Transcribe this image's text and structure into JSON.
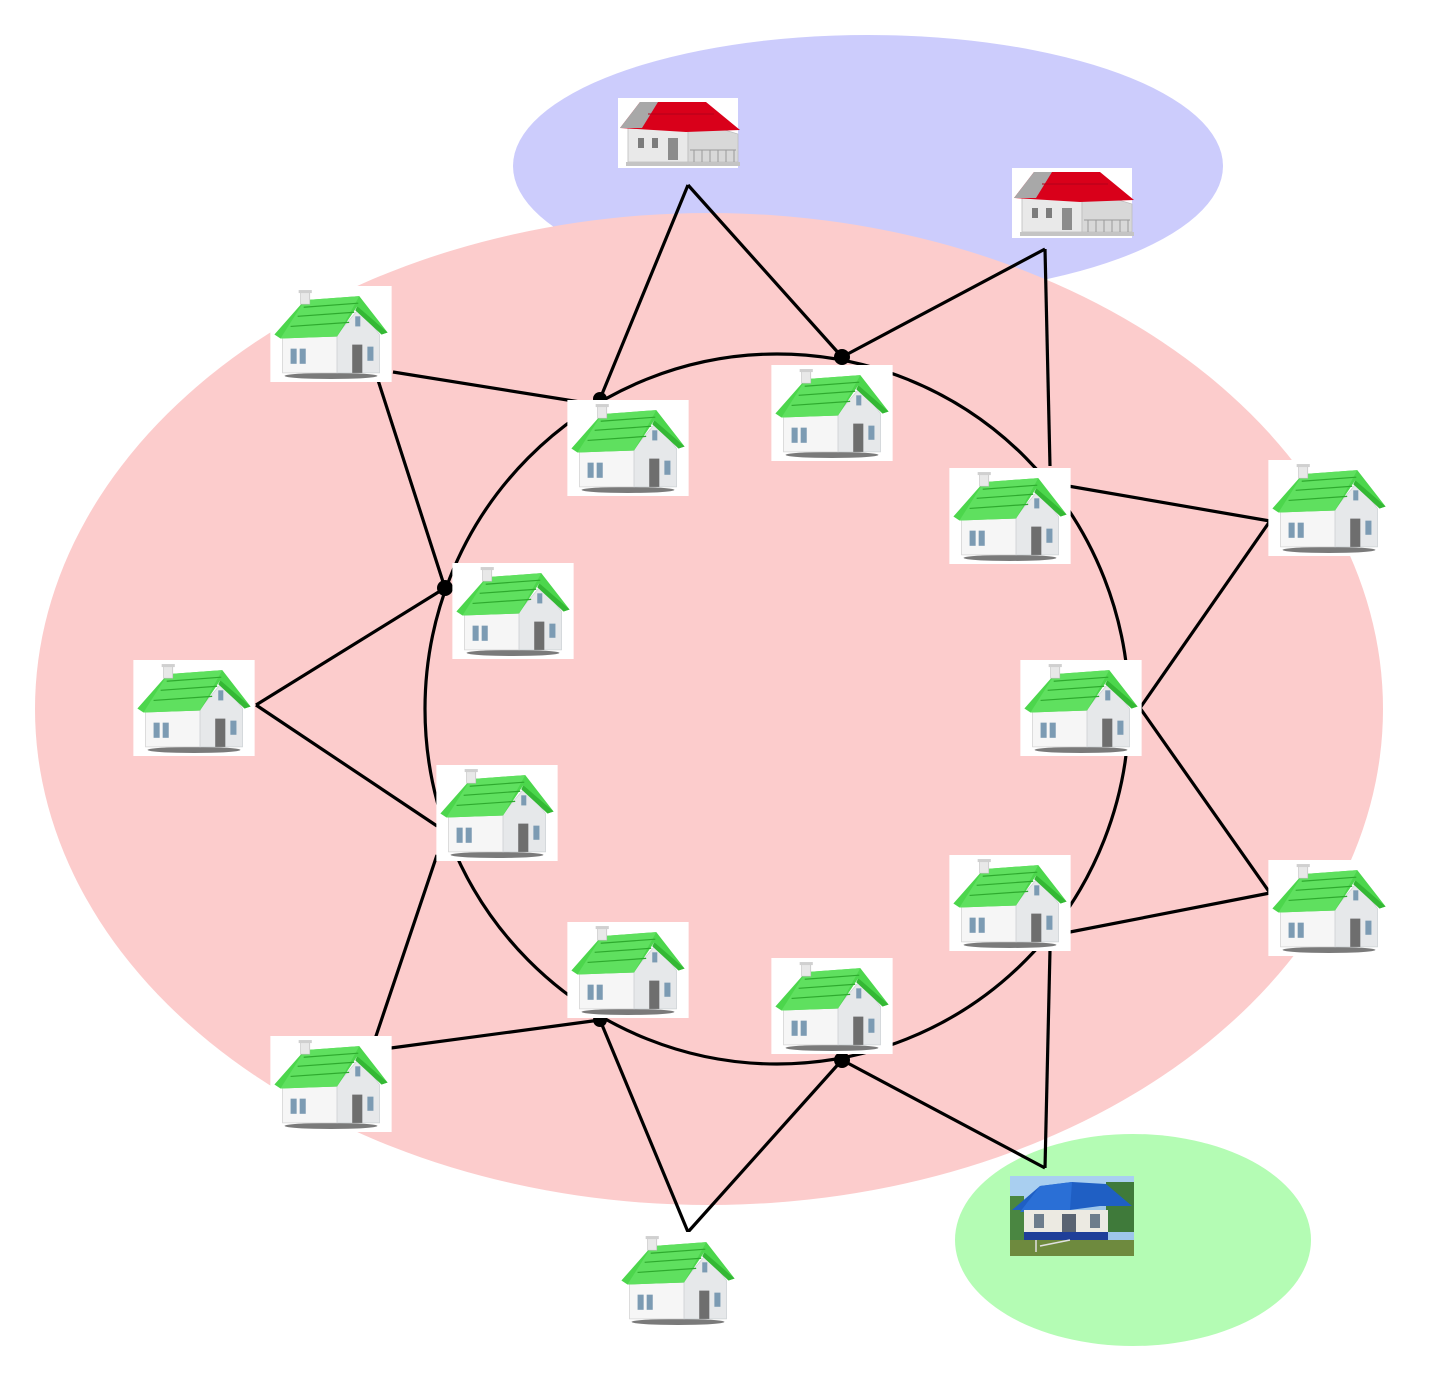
{
  "colors": {
    "background": "#ffffff",
    "region_main": "#fccccc",
    "region_red_group": "#ccccfc",
    "region_blue_group": "#b4fcb4",
    "link": "#000000",
    "roof_green": "#4cd64c",
    "roof_red": "#d9001a",
    "roof_blue": "#1f5fc4",
    "wall": "#f4f4f4",
    "wall_shade": "#cfd3d6",
    "window": "#7c9bb3"
  },
  "regions": [
    {
      "name": "main-community-region",
      "color_key": "region_main"
    },
    {
      "name": "red-roof-group-region",
      "color_key": "region_red_group"
    },
    {
      "name": "blue-roof-group-region",
      "color_key": "region_blue_group"
    }
  ],
  "houses": [
    {
      "id": "ring-1",
      "style": "green-house"
    },
    {
      "id": "ring-2",
      "style": "green-house"
    },
    {
      "id": "ring-3",
      "style": "green-house"
    },
    {
      "id": "ring-4",
      "style": "green-house"
    },
    {
      "id": "ring-5",
      "style": "green-house"
    },
    {
      "id": "ring-6",
      "style": "green-house"
    },
    {
      "id": "ring-7",
      "style": "green-house"
    },
    {
      "id": "ring-8",
      "style": "green-house"
    },
    {
      "id": "ring-9",
      "style": "green-house"
    },
    {
      "id": "ring-10",
      "style": "green-house"
    },
    {
      "id": "outer-left-top",
      "style": "green-house"
    },
    {
      "id": "outer-left",
      "style": "green-house"
    },
    {
      "id": "outer-left-bottom",
      "style": "green-house"
    },
    {
      "id": "outer-bottom",
      "style": "green-house"
    },
    {
      "id": "outer-right-top",
      "style": "green-house"
    },
    {
      "id": "outer-right-bottom",
      "style": "green-house"
    },
    {
      "id": "red-1",
      "style": "red-roof-house"
    },
    {
      "id": "red-2",
      "style": "red-roof-house"
    },
    {
      "id": "blue-1",
      "style": "blue-roof-house"
    }
  ]
}
